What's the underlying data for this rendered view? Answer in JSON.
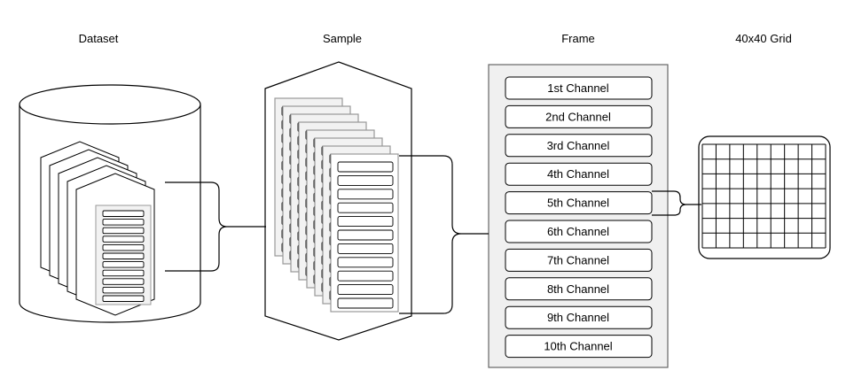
{
  "headings": {
    "dataset": "Dataset",
    "sample": "Sample",
    "frame": "Frame",
    "grid": "40x40 Grid"
  },
  "channels": [
    "1st Channel",
    "2nd Channel",
    "3rd Channel",
    "4th Channel",
    "5th Channel",
    "6th Channel",
    "7th Channel",
    "8th Channel",
    "9th Channel",
    "10th Channel"
  ],
  "highlighted_channel_index": 4,
  "grid_size": "40x40",
  "colors": {
    "stroke": "#000000",
    "frame_fill": "#f0f0f0",
    "frame_stroke": "#666666",
    "card_stroke": "#999999",
    "card_fill_back": "#f2f2f2",
    "channel_fill": "#ffffff"
  }
}
